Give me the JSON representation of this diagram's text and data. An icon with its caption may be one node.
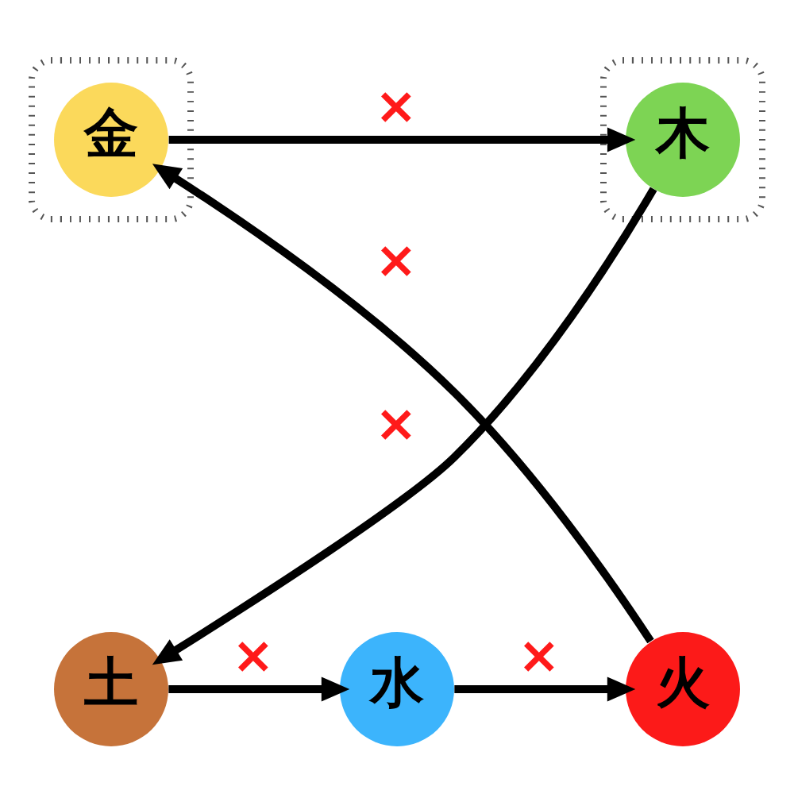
{
  "diagram": {
    "nodes": [
      {
        "text": [
          "水"
        ]
      },
      {
        "text": [],
        "shape": "box"
      },
      {
        "text": [
          "金"
        ],
        "in": 1
      },
      {
        "text": [],
        "shape": "box"
      },
      {
        "text": [
          "木"
        ],
        "in": 3
      },
      {
        "text": [
          "土"
        ]
      },
      {
        "text": [
          "火"
        ]
      }
    ],
    "edges": [
      {
        "from": 0,
        "to": 6,
        "arrow": "to",
        "label": "×"
      },
      {
        "from": 2,
        "to": 4,
        "arrow": "to",
        "label": "×"
      },
      {
        "from": 4,
        "to": 5,
        "arrow": "to",
        "label": "×"
      },
      {
        "from": 5,
        "to": 0,
        "arrow": "to",
        "label": "×"
      },
      {
        "from": 6,
        "to": 2,
        "arrow": "to",
        "label": "×"
      }
    ]
  }
}
